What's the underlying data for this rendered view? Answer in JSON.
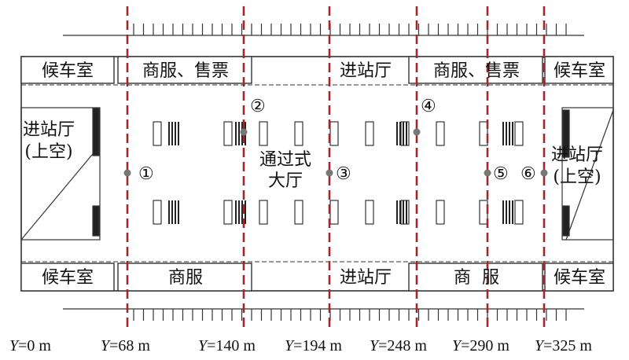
{
  "rooms": {
    "waiting_top_left": "候车室",
    "commerce_ticket_left": "商服、售票",
    "entrance_top": "进站厅",
    "commerce_ticket_right": "商服、售票",
    "waiting_top_right": "候车室",
    "waiting_bottom_left": "候车室",
    "commerce_bottom_left": "商服",
    "entrance_bottom": "进站厅",
    "commerce_bottom_right": "商  服",
    "waiting_bottom_right": "候车室",
    "concourse_line1": "通过式",
    "concourse_line2": "大厅",
    "upper_left_line1": "进站厅",
    "upper_left_line2": "(上空)",
    "upper_right_line1": "进站厅",
    "upper_right_line2": "(上空)"
  },
  "points": [
    "①",
    "②",
    "③",
    "④",
    "⑤",
    "⑥"
  ],
  "sections": [
    {
      "var": "Y",
      "text": "=0 m"
    },
    {
      "var": "Y",
      "text": "=68 m"
    },
    {
      "var": "Y",
      "text": "=140 m"
    },
    {
      "var": "Y",
      "text": "=194 m"
    },
    {
      "var": "Y",
      "text": "=248 m"
    },
    {
      "var": "Y",
      "text": "=290 m"
    },
    {
      "var": "Y",
      "text": "=325 m"
    }
  ],
  "colors": {
    "section_line": "#a02828",
    "outline": "#333333",
    "point": "#777777"
  }
}
